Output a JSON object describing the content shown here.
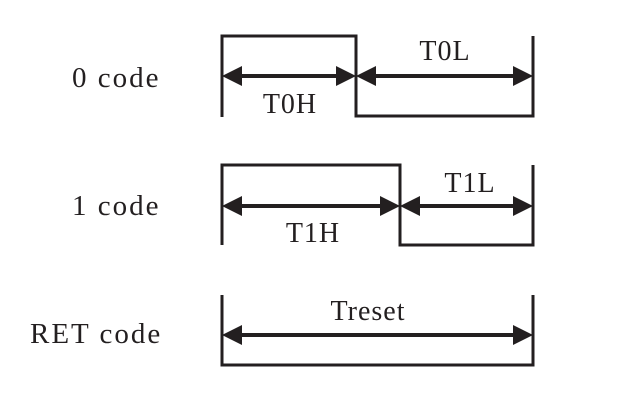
{
  "rows": [
    {
      "label": "0 code",
      "high": "T0H",
      "low": "T0L"
    },
    {
      "label": "1 code",
      "high": "T1H",
      "low": "T1L"
    },
    {
      "label": "RET code",
      "span": "Treset"
    }
  ],
  "colors": {
    "line": "#231f20",
    "background": "#ffffff"
  }
}
